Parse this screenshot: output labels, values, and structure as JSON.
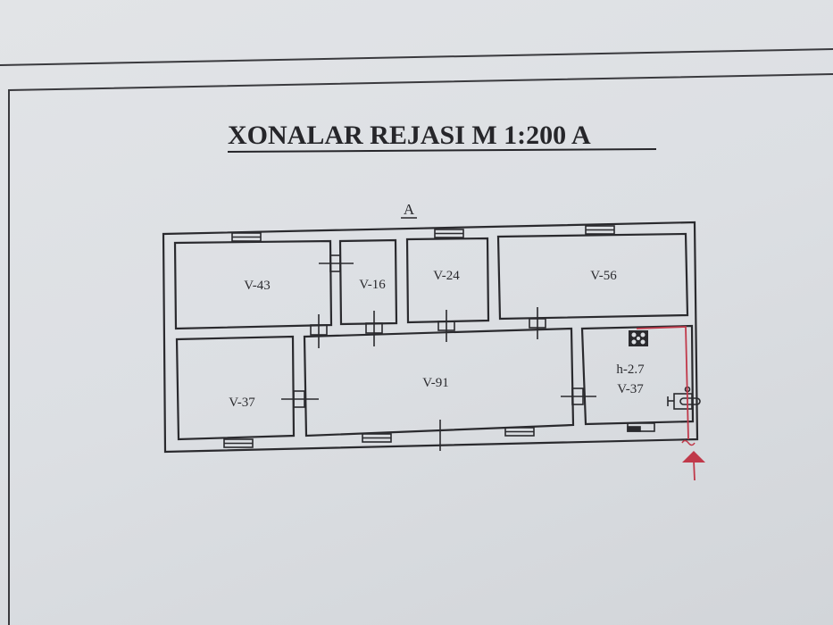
{
  "title": "XONALAR REJASI  M 1:200 A",
  "axis_label": "A",
  "rooms": [
    {
      "label": "V-43"
    },
    {
      "label": "V-16"
    },
    {
      "label": "V-24"
    },
    {
      "label": "V-56"
    },
    {
      "label": "V-37"
    },
    {
      "label": "V-91"
    },
    {
      "label_height": "h-2.7",
      "label": "V-37"
    }
  ],
  "colors": {
    "paper": "#dcdfe3",
    "lines": "#2a2a2e",
    "gas_line": "#c0394a"
  }
}
